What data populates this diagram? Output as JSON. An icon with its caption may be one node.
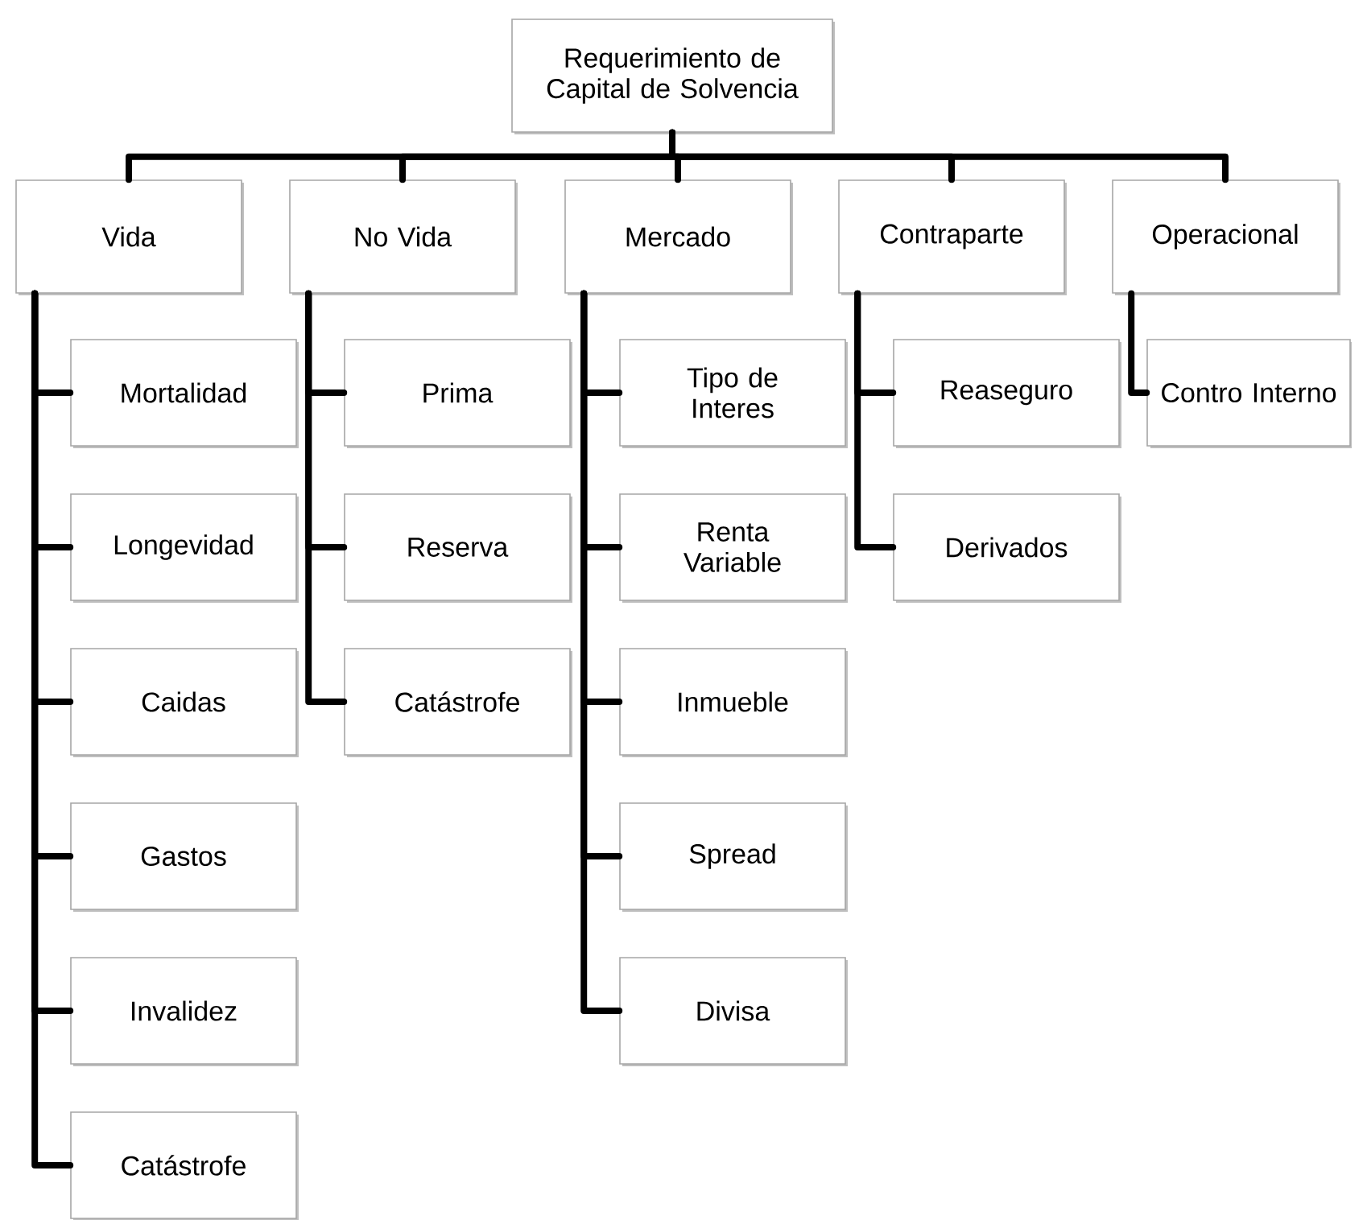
{
  "diagram": {
    "nodes": [
      {
        "text": [
          "Requerimiento de Capital de Solvencia"
        ]
      },
      {
        "text": [
          "Vida"
        ]
      },
      {
        "text": [
          "No Vida"
        ]
      },
      {
        "text": [
          "Mercado"
        ]
      },
      {
        "text": [
          "Contraparte"
        ]
      },
      {
        "text": [
          "Operacional"
        ]
      },
      {
        "text": [
          "Mortalidad"
        ]
      },
      {
        "text": [
          "Longevidad"
        ]
      },
      {
        "text": [
          "Caidas"
        ]
      },
      {
        "text": [
          "Gastos"
        ]
      },
      {
        "text": [
          "Invalidez"
        ]
      },
      {
        "text": [
          "Catástrofe"
        ]
      },
      {
        "text": [
          "Prima"
        ]
      },
      {
        "text": [
          "Reserva"
        ]
      },
      {
        "text": [
          "Catástrofe"
        ]
      },
      {
        "text": [
          "Tipo de Interes"
        ]
      },
      {
        "text": [
          "Renta Variable"
        ]
      },
      {
        "text": [
          "Inmueble"
        ]
      },
      {
        "text": [
          "Spread"
        ]
      },
      {
        "text": [
          "Divisa"
        ]
      },
      {
        "text": [
          "Reaseguro"
        ]
      },
      {
        "text": [
          "Derivados"
        ]
      },
      {
        "text": [
          "Contro Interno"
        ]
      }
    ],
    "edges": [
      {
        "from": 0,
        "to": 1,
        "arrow": "none"
      },
      {
        "from": 0,
        "to": 2,
        "arrow": "none"
      },
      {
        "from": 0,
        "to": 3,
        "arrow": "none"
      },
      {
        "from": 0,
        "to": 4,
        "arrow": "none"
      },
      {
        "from": 0,
        "to": 5,
        "arrow": "none"
      },
      {
        "from": 1,
        "to": 6,
        "arrow": "none"
      },
      {
        "from": 1,
        "to": 7,
        "arrow": "none"
      },
      {
        "from": 1,
        "to": 8,
        "arrow": "none"
      },
      {
        "from": 1,
        "to": 9,
        "arrow": "none"
      },
      {
        "from": 1,
        "to": 10,
        "arrow": "none"
      },
      {
        "from": 1,
        "to": 11,
        "arrow": "none"
      },
      {
        "from": 2,
        "to": 12,
        "arrow": "none"
      },
      {
        "from": 2,
        "to": 13,
        "arrow": "none"
      },
      {
        "from": 2,
        "to": 14,
        "arrow": "none"
      },
      {
        "from": 3,
        "to": 15,
        "arrow": "none"
      },
      {
        "from": 3,
        "to": 16,
        "arrow": "none"
      },
      {
        "from": 3,
        "to": 17,
        "arrow": "none"
      },
      {
        "from": 3,
        "to": 18,
        "arrow": "none"
      },
      {
        "from": 3,
        "to": 19,
        "arrow": "none"
      },
      {
        "from": 4,
        "to": 20,
        "arrow": "none"
      },
      {
        "from": 4,
        "to": 21,
        "arrow": "none"
      },
      {
        "from": 5,
        "to": 22,
        "arrow": "none"
      }
    ]
  }
}
